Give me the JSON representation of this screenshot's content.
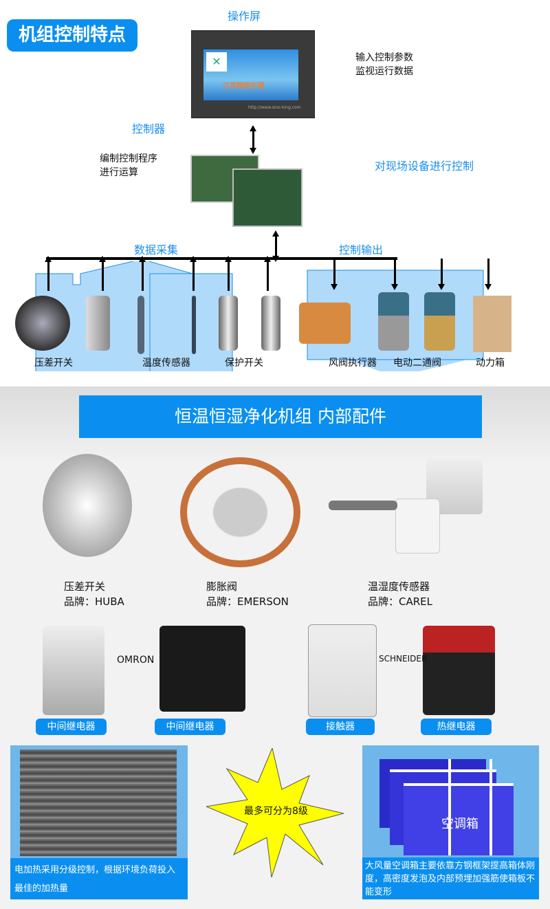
{
  "top": {
    "title": "机组控制特点",
    "screen_label": "操作屏",
    "screen_brand": "江苏翔铭空调",
    "screen_url": "http://www.sino-king.com",
    "screen_desc": [
      "输入控制参数",
      "监视运行数据"
    ],
    "controller_label": "控制器",
    "controller_desc": [
      "编制控制程序",
      "进行运算"
    ],
    "field_control": "对现场设备进行控制",
    "data_collection": "数据采集",
    "control_output": "控制输出",
    "devices": [
      "压差开关",
      "温度传感器",
      "保护开关",
      "风阀执行器",
      "电动二通阀",
      "动力箱"
    ]
  },
  "bottom": {
    "banner": "恒温恒湿净化机组 内部配件",
    "products": [
      {
        "name": "压差开关",
        "brand": "品牌：HUBA"
      },
      {
        "name": "膨胀阀",
        "brand": "品牌：EMERSON"
      },
      {
        "name": "温湿度传感器",
        "brand": "品牌：CAREL"
      }
    ],
    "omron": "OMRON",
    "schneider": "SCHNEIDER",
    "relays": [
      "中间继电器",
      "中间继电器",
      "接触器",
      "热继电器"
    ],
    "heater_caption": "电加热采用分级控制，根据环境负荷投入最佳的加热量",
    "star_text": "最多可分为8级",
    "box_label": "空调箱",
    "box_caption": "大风量空调箱主要依靠方钢框架提高箱体刚度，高密度发泡及内部预埋加强筋使箱板不能变形"
  },
  "colors": {
    "accent": "#0a8ff0",
    "star": "#ffff00",
    "box": "#3b3bdc"
  }
}
